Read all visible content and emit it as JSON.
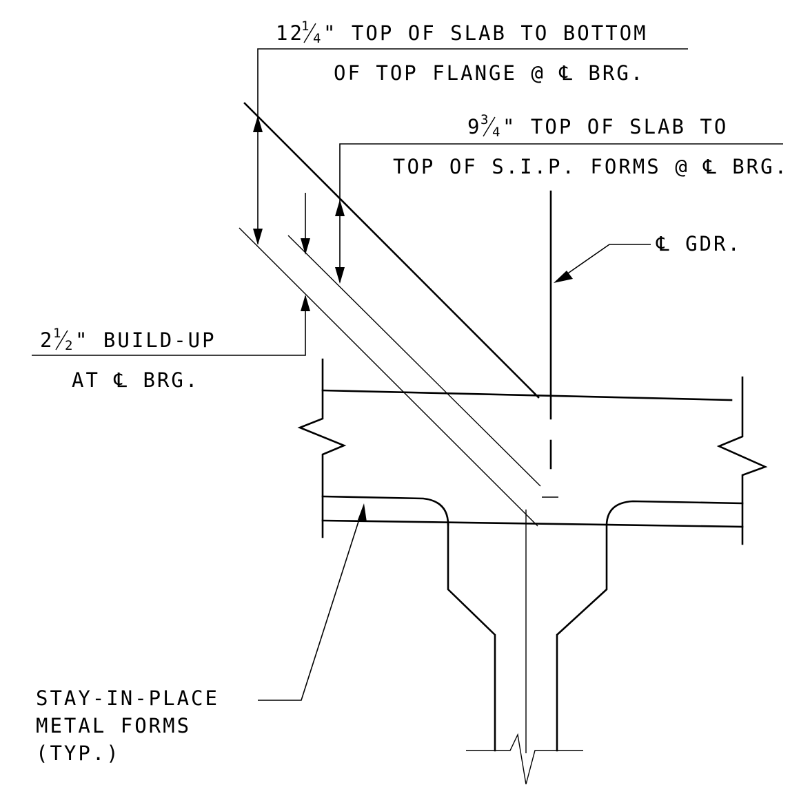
{
  "notes": {
    "slab_to_flange": {
      "whole": "12",
      "num": "1",
      "den": "4",
      "line1": "\" TOP OF SLAB TO BOTTOM",
      "line2": "OF TOP FLANGE @ ℄ BRG."
    },
    "slab_to_forms": {
      "whole": "9",
      "num": "3",
      "den": "4",
      "line1": "\" TOP OF SLAB TO",
      "line2": "TOP OF S.I.P. FORMS @ ℄ BRG."
    },
    "buildup": {
      "whole": "2",
      "num": "1",
      "den": "2",
      "line1": "\" BUILD-UP",
      "line2": "AT ℄ BRG."
    },
    "girder_cl": "℄ GDR.",
    "forms": {
      "line1": "STAY-IN-PLACE",
      "line2": "METAL FORMS",
      "line3": "(TYP.)"
    }
  }
}
